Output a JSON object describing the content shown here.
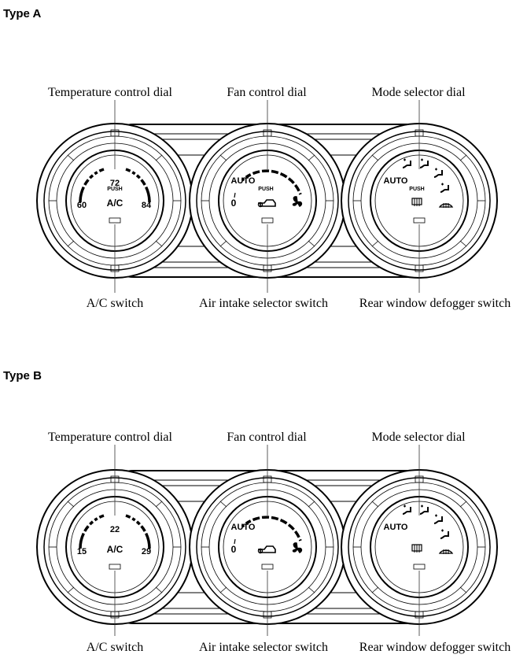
{
  "types": [
    {
      "title": "Type A",
      "top_labels": [
        "Temperature control dial",
        "Fan control dial",
        "Mode selector dial"
      ],
      "bottom_labels": [
        "A/C switch",
        "Air intake selector switch",
        "Rear window defogger switch"
      ],
      "temp": {
        "low": "60",
        "mid": "72",
        "high": "84",
        "switch": "A/C",
        "push": "PUSH"
      },
      "fan": {
        "auto": "AUTO",
        "zero": "0",
        "push": "PUSH"
      },
      "mode": {
        "auto": "AUTO",
        "push": "PUSH"
      }
    },
    {
      "title": "Type B",
      "top_labels": [
        "Temperature control dial",
        "Fan control dial",
        "Mode selector dial"
      ],
      "bottom_labels": [
        "A/C switch",
        "Air intake selector switch",
        "Rear window defogger switch"
      ],
      "temp": {
        "low": "15",
        "mid": "22",
        "high": "29",
        "switch": "A/C"
      },
      "fan": {
        "auto": "AUTO",
        "zero": "0"
      },
      "mode": {
        "auto": "AUTO"
      }
    }
  ]
}
